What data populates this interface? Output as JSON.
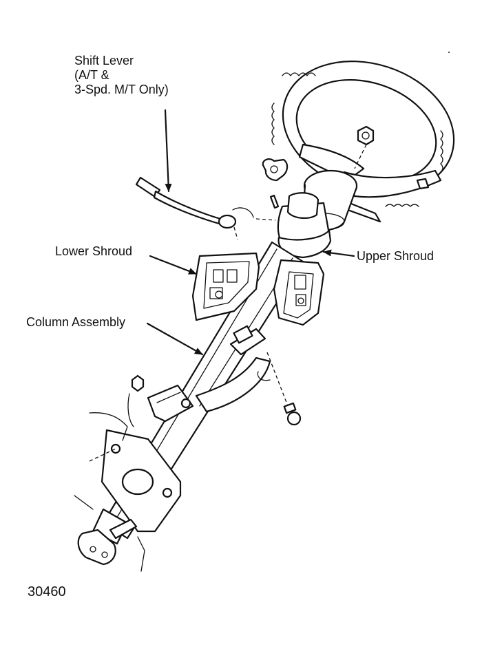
{
  "figure": {
    "number": "30460",
    "callouts": {
      "shift_lever": [
        "Shift Lever",
        "(A/T &",
        "3-Spd. M/T Only)"
      ],
      "lower_shroud": "Lower Shroud",
      "upper_shroud": "Upper Shroud",
      "column_assembly": "Column Assembly"
    }
  }
}
